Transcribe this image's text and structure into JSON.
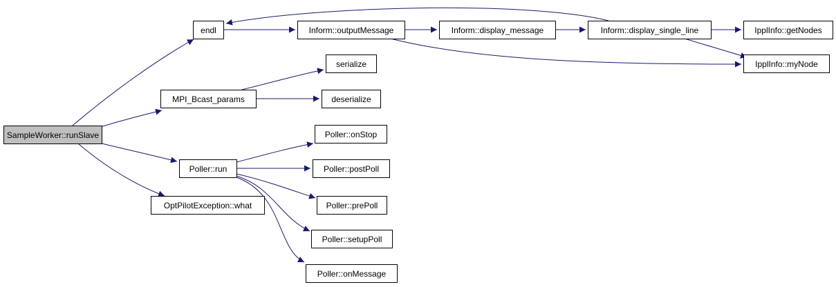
{
  "graph": {
    "colors": {
      "edge": "#191970",
      "node_fill": "#ffffff",
      "root_fill": "#bfbfbf",
      "border": "#000000"
    },
    "nodes": [
      {
        "id": "runSlave",
        "label": "SampleWorker::runSlave",
        "root": true
      },
      {
        "id": "endl",
        "label": "endl"
      },
      {
        "id": "outputMessage",
        "label": "Inform::outputMessage"
      },
      {
        "id": "display_message",
        "label": "Inform::display_message"
      },
      {
        "id": "display_single_line",
        "label": "Inform::display_single_line"
      },
      {
        "id": "getNodes",
        "label": "IpplInfo::getNodes"
      },
      {
        "id": "myNode",
        "label": "IpplInfo::myNode"
      },
      {
        "id": "MPI_Bcast_params",
        "label": "MPI_Bcast_params"
      },
      {
        "id": "serialize",
        "label": "serialize"
      },
      {
        "id": "deserialize",
        "label": "deserialize"
      },
      {
        "id": "Poller_run",
        "label": "Poller::run"
      },
      {
        "id": "onStop",
        "label": "Poller::onStop"
      },
      {
        "id": "postPoll",
        "label": "Poller::postPoll"
      },
      {
        "id": "prePoll",
        "label": "Poller::prePoll"
      },
      {
        "id": "setupPoll",
        "label": "Poller::setupPoll"
      },
      {
        "id": "onMessage",
        "label": "Poller::onMessage"
      },
      {
        "id": "what",
        "label": "OptPilotException::what"
      }
    ],
    "edges": [
      {
        "from": "runSlave",
        "to": "endl"
      },
      {
        "from": "runSlave",
        "to": "MPI_Bcast_params"
      },
      {
        "from": "runSlave",
        "to": "Poller_run"
      },
      {
        "from": "runSlave",
        "to": "what"
      },
      {
        "from": "endl",
        "to": "outputMessage"
      },
      {
        "from": "outputMessage",
        "to": "display_message"
      },
      {
        "from": "outputMessage",
        "to": "myNode"
      },
      {
        "from": "display_message",
        "to": "display_single_line"
      },
      {
        "from": "display_single_line",
        "to": "endl"
      },
      {
        "from": "display_single_line",
        "to": "getNodes"
      },
      {
        "from": "display_single_line",
        "to": "myNode"
      },
      {
        "from": "MPI_Bcast_params",
        "to": "serialize"
      },
      {
        "from": "MPI_Bcast_params",
        "to": "deserialize"
      },
      {
        "from": "Poller_run",
        "to": "onStop"
      },
      {
        "from": "Poller_run",
        "to": "postPoll"
      },
      {
        "from": "Poller_run",
        "to": "prePoll"
      },
      {
        "from": "Poller_run",
        "to": "setupPoll"
      },
      {
        "from": "Poller_run",
        "to": "onMessage"
      }
    ]
  }
}
